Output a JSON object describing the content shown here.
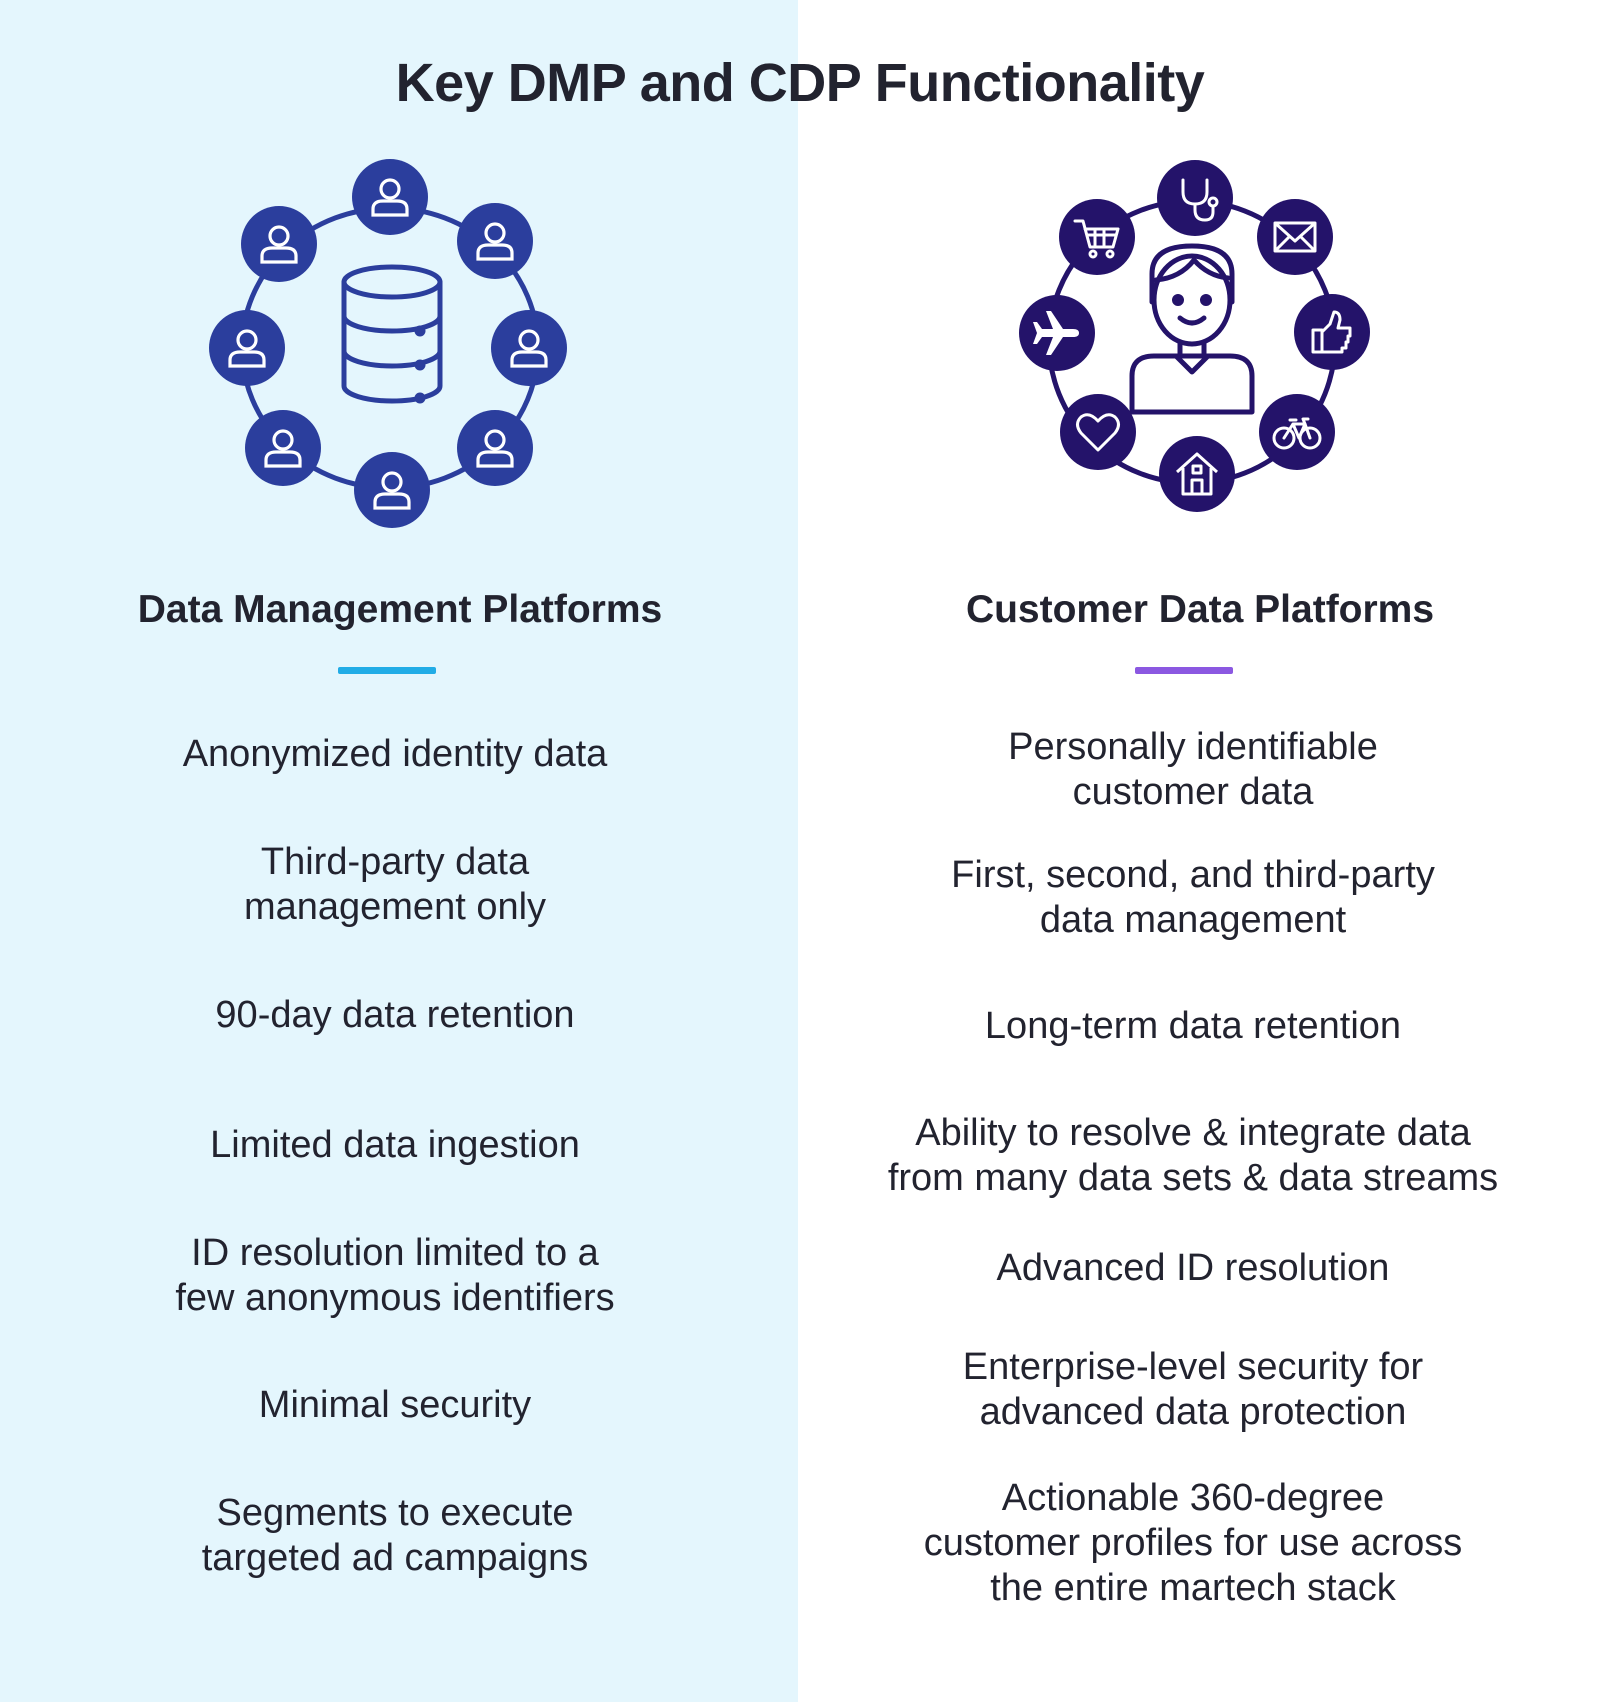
{
  "title": "Key DMP and CDP Functionality",
  "colors": {
    "left_background": "#e4f6fd",
    "right_background": "#ffffff",
    "dmp_accent": "#21ace6",
    "cdp_accent": "#8b58e1",
    "dmp_icon": "#2b3e9d",
    "cdp_icon": "#24136a",
    "text": "#22232f"
  },
  "dmp": {
    "heading": "Data Management Platforms",
    "graphic": {
      "center_icon": "database-icon",
      "ring_icons": [
        "user-icon",
        "user-icon",
        "user-icon",
        "user-icon",
        "user-icon",
        "user-icon",
        "user-icon",
        "user-icon"
      ]
    },
    "items": [
      "Anonymized identity data",
      "Third-party data\nmanagement only",
      "90-day data retention",
      "Limited data ingestion",
      "ID resolution limited to a\nfew anonymous identifiers",
      "Minimal security",
      "Segments to execute\ntargeted ad campaigns"
    ]
  },
  "cdp": {
    "heading": "Customer Data Platforms",
    "graphic": {
      "center_icon": "customer-person-icon",
      "ring_icons": [
        "stethoscope-icon",
        "envelope-icon",
        "thumbs-up-icon",
        "bicycle-icon",
        "home-icon",
        "heart-icon",
        "airplane-icon",
        "shopping-cart-icon"
      ]
    },
    "items": [
      "Personally identifiable\ncustomer data",
      "First, second, and third-party\ndata management",
      "Long-term data retention",
      "Ability to resolve & integrate data\nfrom many data sets & data streams",
      "Advanced ID resolution",
      "Enterprise-level security for\nadvanced data protection",
      "Actionable 360-degree\ncustomer profiles for use across\nthe entire martech stack"
    ]
  }
}
